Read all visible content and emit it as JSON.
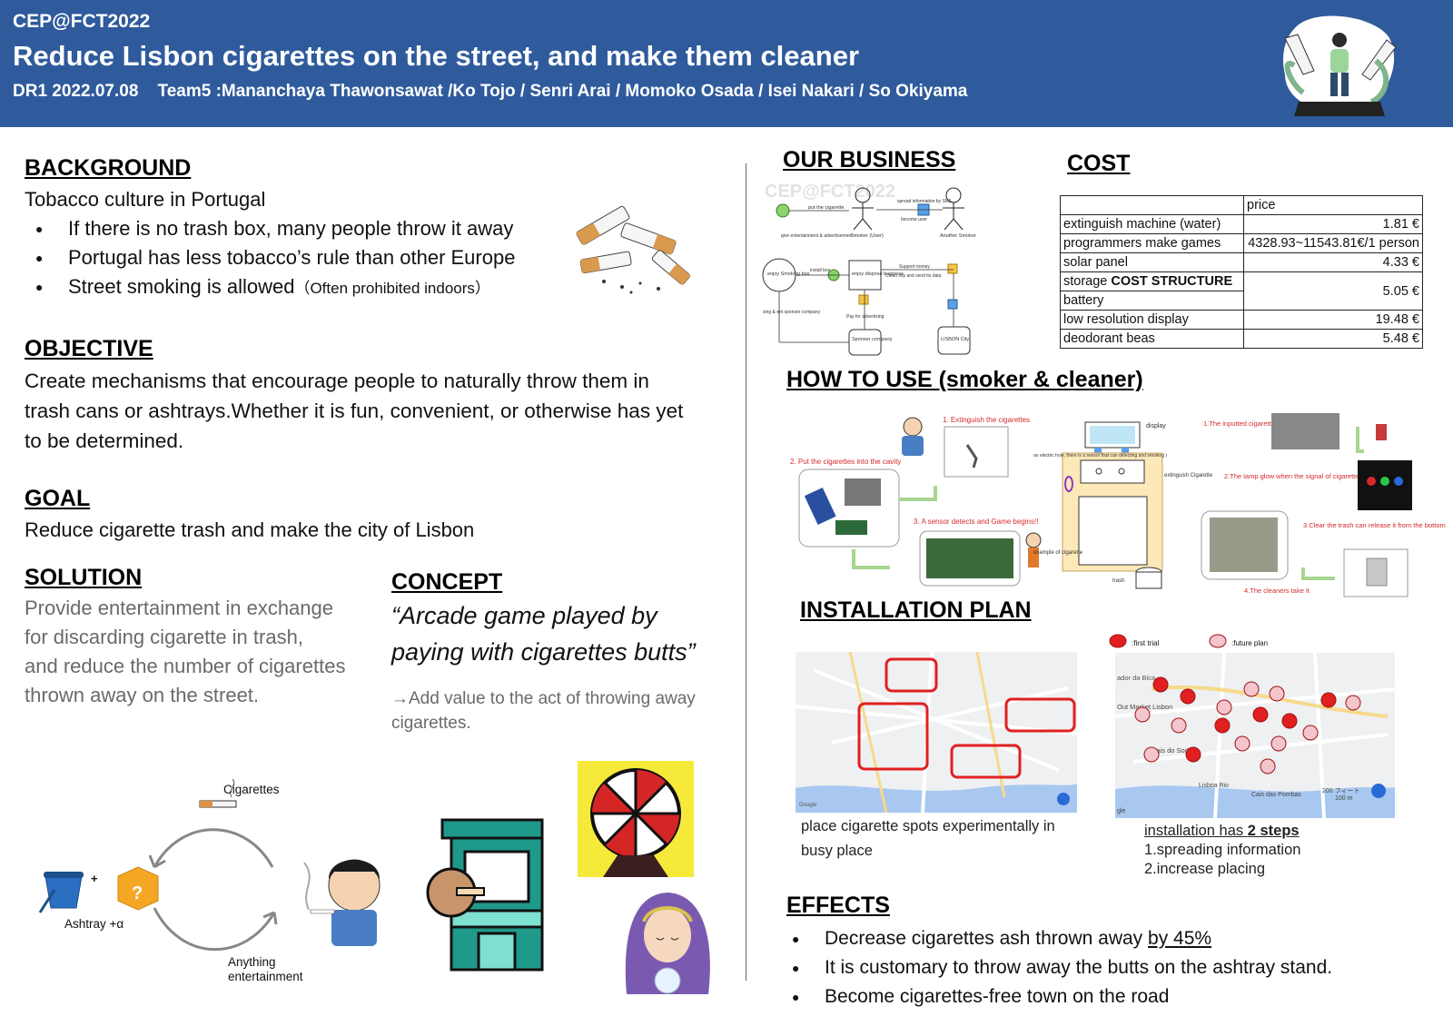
{
  "header": {
    "event": "CEP@FCT2022",
    "title": "Reduce Lisbon cigarettes on the street, and make them cleaner",
    "subtitle": "DR1 2022.07.08    Team5 :Mananchaya Thawonsawat /Ko Tojo / Senri Arai / Momoko Osada / Isei Nakari / So Okiyama"
  },
  "background": {
    "heading": "BACKGROUND",
    "intro": "Tobacco culture in Portugal",
    "bullets": [
      "If there is no trash box, many people throw it away",
      "Portugal has less tobacco’s rule than other Europe"
    ],
    "bullet3_main": "Street smoking is allowed",
    "bullet3_note": "（Often prohibited indoors）"
  },
  "objective": {
    "heading": "OBJECTIVE",
    "text": "Create mechanisms that encourage people to naturally throw them in trash cans or ashtrays.Whether it is fun, convenient, or otherwise has yet to be determined."
  },
  "goal": {
    "heading": "GOAL",
    "text": "Reduce cigarette trash and make the city of Lisbon"
  },
  "solution": {
    "heading": "SOLUTION",
    "text": "Provide entertainment in exchange for discarding cigarette in trash,\nand reduce the number of cigarettes thrown away on the street."
  },
  "concept": {
    "heading": "CONCEPT",
    "quote_line1": "“Arcade game played by",
    "quote_line2": "paying with cigarettes butts”",
    "note": "→Add value to the act of throwing away cigarettes."
  },
  "cycle": {
    "cigarettes": "Cigarettes",
    "ashtray": "Ashtray +α",
    "entertainment_line1": "Anything",
    "entertainment_line2": "entertainment"
  },
  "business": {
    "heading": "OUR BUSINESS",
    "watermark": "CEP@FCT2022",
    "put_cig": "put the cigarette",
    "smoker_user": "Smoker (User)",
    "another_smoker": "Another Smoker",
    "spread_info": "spread information by SNS",
    "become_user": "become user",
    "give_ent": "give entertainment & advertisement",
    "enjoy_box": "enjoy Smoking box",
    "install_box": "install box",
    "enjoy_dispose": "enjoy dispose business",
    "support_money": "Support money",
    "clean_city": "Clean city and send its data",
    "pay_ad": "Pay for advertising",
    "sponsor_ad": "sing & ent sponser company",
    "sponsor": "Sponser company",
    "lisbon_city": "LISBON City"
  },
  "cost": {
    "heading": "COST",
    "header": [
      "",
      "price"
    ],
    "rows": [
      {
        "item": "extinguish machine (water)",
        "price": "1.81 €"
      },
      {
        "item": "programmers make games",
        "price": "4328.93~11543.81€/1 person"
      },
      {
        "item": "solar panel",
        "price": "4.33 €"
      },
      {
        "item_a": "storage ",
        "item_b": "COST STRUCTURE",
        "price": "5.05 €"
      },
      {
        "item": "battery"
      },
      {
        "item": "low resolution display",
        "price": "19.48 €"
      },
      {
        "item": "deodorant beas",
        "price": "5.48 €"
      }
    ]
  },
  "how_to_use": {
    "heading": "HOW TO USE (smoker & cleaner)",
    "steps_smoker": [
      "1. Extinguish the cigarettes",
      "2. Put the cigarettes into the cavity",
      "3. A sensor detects and Game begins!!"
    ],
    "machine": {
      "display": "display",
      "sensor_note": "an electric hole, there is a sensor that can detecting and smoking )",
      "extinguish": "extinguish Cigarette",
      "example": "example of cigarette",
      "trash": "trash"
    },
    "steps_cleaner": [
      "1.The inputted cigarettes",
      "2.The lamp glow when the signal of cigarettes level alert",
      "3.Clear the trash can release it from the bottom",
      "4.The cleaners take it"
    ]
  },
  "installation": {
    "heading": "INSTALLATION PLAN",
    "map1_caption": "place cigarette spots experimentally in busy place",
    "legend_first": ":first trial",
    "legend_future": ":future plan",
    "steps_intro_a": "installation has ",
    "steps_intro_b": "2 steps",
    "step1": "1.spreading information",
    "step2": "2.increase placing",
    "map_labels": [
      "ador da Bica",
      "Out Market Lisbon",
      "Cais do Sodré",
      "Lisboa Rio",
      "Cais das Pombas",
      "200 フィート",
      "100 m",
      "gle",
      "Google"
    ]
  },
  "effects": {
    "heading": "EFFECTS",
    "bullet1_main": "Decrease cigarettes ash thrown away ",
    "bullet1_emph": "by 45%",
    "bullet2": "It is customary to throw away the butts on the ashtray stand.",
    "bullet3": "Become cigarettes-free town on the road"
  },
  "colors": {
    "header_bg": "#2f5b9c",
    "first_trial": "#e02020",
    "future_plan": "#f2c6cc",
    "step_text": "#d62a2a"
  }
}
